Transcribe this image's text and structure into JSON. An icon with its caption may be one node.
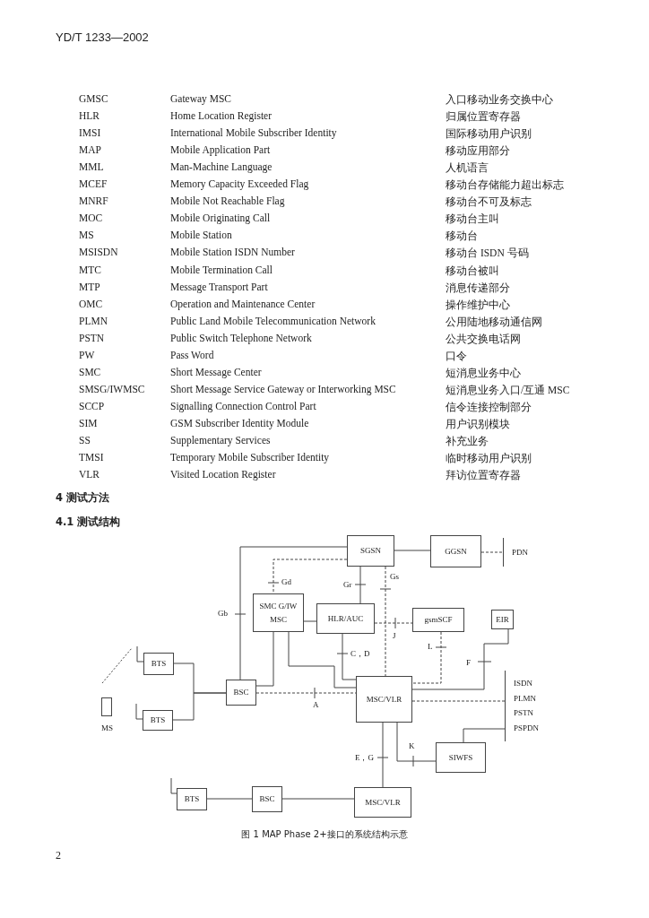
{
  "diagram": {
    "caption": "图 1 MAP Phase 2+接口的系统结构示意",
    "nodes": [
      {
        "text": [
          "SGSN"
        ]
      },
      {
        "text": [
          "GGSN"
        ]
      },
      {
        "text": [
          "PDN"
        ]
      },
      {
        "text": [
          "SMC G/IW MSC"
        ]
      },
      {
        "text": [
          "HLR/AUC"
        ]
      },
      {
        "text": [
          "gsmSCF"
        ]
      },
      {
        "text": [
          "EIR"
        ]
      },
      {
        "text": [
          "BTS"
        ]
      },
      {
        "text": [
          "BSC"
        ]
      },
      {
        "text": [
          "MSC/VLR"
        ]
      },
      {
        "text": [
          "ISDN",
          "PLMN",
          "PSTN",
          "PSPDN"
        ]
      },
      {
        "text": [],
        "shape": "box",
        "beside": [
          "MS"
        ]
      },
      {
        "text": [
          "BTS"
        ]
      },
      {
        "text": [
          "SIWFS"
        ]
      },
      {
        "text": [
          "BTS"
        ]
      },
      {
        "text": [
          "BSC"
        ]
      },
      {
        "text": [
          "MSC/VLR"
        ]
      }
    ],
    "edges": [
      {
        "from": 0,
        "to": 1,
        "arrow": "none"
      },
      {
        "from": 1,
        "to": 2,
        "arrow": "none",
        "style": "dashed"
      },
      {
        "from": 0,
        "to": 8,
        "arrow": "none",
        "label": "Gb"
      },
      {
        "from": 0,
        "to": 3,
        "arrow": "none",
        "label": "Gd",
        "style": "dashed"
      },
      {
        "from": 0,
        "to": 4,
        "arrow": "none",
        "label": "Gr"
      },
      {
        "from": 0,
        "to": 9,
        "arrow": "none",
        "label": "Gs",
        "style": "dashed"
      },
      {
        "from": 3,
        "to": 4,
        "arrow": "none"
      },
      {
        "from": 4,
        "to": 5,
        "arrow": "none",
        "label": "J",
        "style": "dashed"
      },
      {
        "from": 3,
        "to": 8,
        "arrow": "none"
      },
      {
        "from": 3,
        "to": 9,
        "arrow": "none"
      },
      {
        "from": 4,
        "to": 9,
        "arrow": "none",
        "label": "C，D"
      },
      {
        "from": 5,
        "to": 9,
        "arrow": "none",
        "label": "L",
        "style": "dashed"
      },
      {
        "from": 6,
        "to": 9,
        "arrow": "none",
        "label": "F"
      },
      {
        "from": 8,
        "to": 9,
        "arrow": "none",
        "label": "A",
        "style": "dashed"
      },
      {
        "from": 9,
        "to": 10,
        "arrow": "none",
        "style": "dashed"
      },
      {
        "from": 7,
        "to": 8,
        "arrow": "none"
      },
      {
        "from": 12,
        "to": 8,
        "arrow": "none"
      },
      {
        "from": 9,
        "to": 13,
        "arrow": "none",
        "label": "K"
      },
      {
        "from": 13,
        "to": 10,
        "arrow": "none"
      },
      {
        "from": 9,
        "to": 16,
        "arrow": "none",
        "label": "E，G"
      },
      {
        "from": 14,
        "to": 15,
        "arrow": "none"
      },
      {
        "from": 15,
        "to": 16,
        "arrow": "none"
      }
    ],
    "labels": [
      "YD/T 1233—2002",
      "GMSC",
      "Gateway MSC",
      "入口移动业务交换中心",
      "HLR",
      "Home Location Register",
      "归属位置寄存器",
      "IMSI",
      "International Mobile Subscriber Identity",
      "国际移动用户识别",
      "MAP",
      "Mobile Application Part",
      "移动应用部分",
      "MML",
      "Man-Machine Language",
      "人机语言",
      "MCEF",
      "Memory Capacity Exceeded Flag",
      "移动台存储能力超出标志",
      "MNRF",
      "Mobile Not Reachable Flag",
      "移动台不可及标志",
      "MOC",
      "Mobile Originating Call",
      "移动台主叫",
      "MS",
      "Mobile Station",
      "移动台",
      "MSISDN",
      "Mobile Station ISDN Number",
      "移动台 ISDN 号码",
      "MTC",
      "Mobile Termination Call",
      "移动台被叫",
      "MTP",
      "Message Transport Part",
      "消息传递部分",
      "OMC",
      "Operation and Maintenance Center",
      "操作维护中心",
      "PLMN",
      "Public Land Mobile Telecommunication Network",
      "公用陆地移动通信网",
      "PSTN",
      "Public Switch Telephone Network",
      "公共交换电话网",
      "PW",
      "Pass Word",
      "口令",
      "SMC",
      "Short Message Center",
      "短消息业务中心",
      "SMSG/IWMSC",
      "Short Message Service Gateway or Interworking MSC",
      "短消息业务入口/互通 MSC",
      "SCCP",
      "Signalling Connection Control Part",
      "信令连接控制部分",
      "SIM",
      "GSM Subscriber Identity Module",
      "用户识别模块",
      "SS",
      "Supplementary Services",
      "补充业务",
      "TMSI",
      "Temporary Mobile Subscriber Identity",
      "临时移动用户识别",
      "VLR",
      "Visited Location Register",
      "拜访位置寄存器",
      "4 测试方法",
      "4.1 测试结构",
      "2"
    ]
  }
}
